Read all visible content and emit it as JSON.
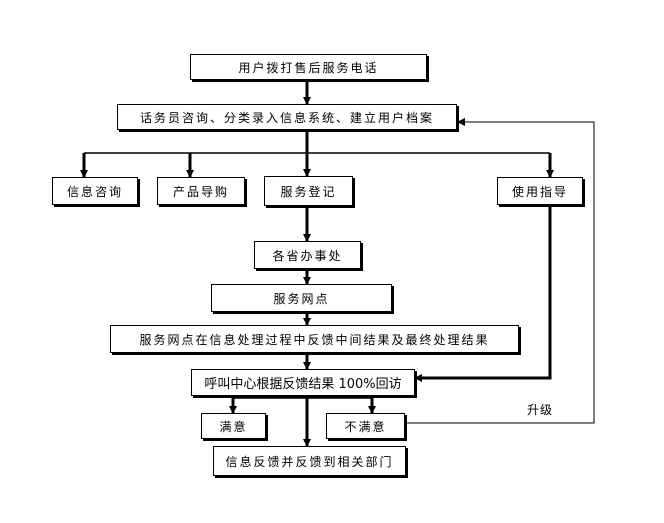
{
  "nodes": {
    "call": "用户拨打售后服务电话",
    "register": "话务员咨询、分类录入信息系统、建立用户档案",
    "info": "信息咨询",
    "product": "产品导购",
    "service": "服务登记",
    "usage": "使用指导",
    "office": "各省办事处",
    "outlet": "服务网点",
    "feedback": "服务网点在信息处理过程中反馈中间结果及最终处理结果",
    "callcenter": "呼叫中心根据反馈结果 100%回访",
    "satisfied": "满意",
    "unsatisfied": "不满意",
    "report": "信息反馈并反馈到相关部门"
  },
  "edge_labels": {
    "escalate": "升级"
  }
}
